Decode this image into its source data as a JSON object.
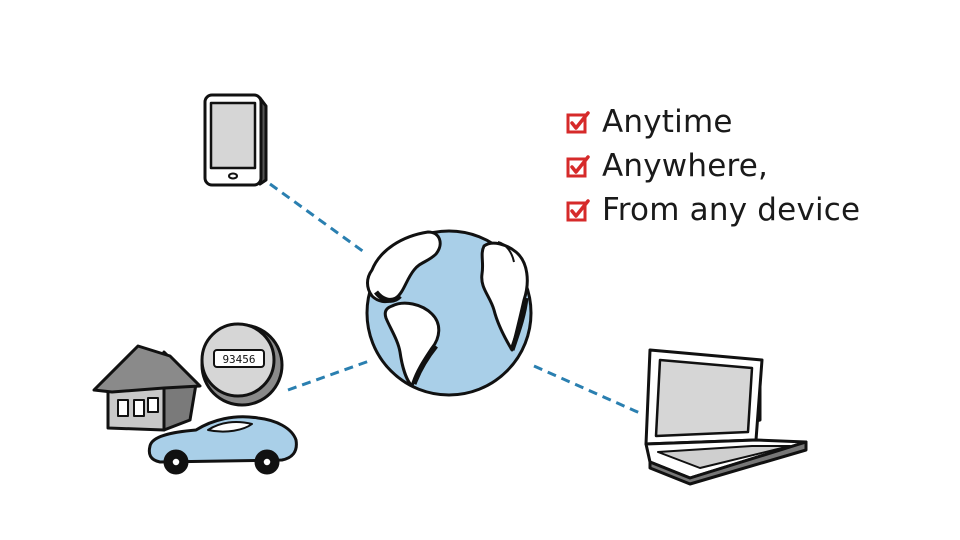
{
  "checklist": {
    "items": [
      {
        "label": "Anytime"
      },
      {
        "label": "Anywhere,"
      },
      {
        "label": "From any device"
      }
    ]
  },
  "meter": {
    "reading": "93456"
  },
  "colors": {
    "globe_ocean": "#a9cfe8",
    "car_body": "#a9cfe8",
    "connector": "#2a7fb0",
    "check_red": "#d62a2a",
    "device_screen": "#d6d6d6",
    "house_wall": "#c8c8c8",
    "ink": "#111111"
  },
  "icons": [
    "tablet-icon",
    "globe-icon",
    "laptop-icon",
    "house-icon",
    "gas-meter-icon",
    "car-icon",
    "checkbox-checked-icon"
  ]
}
